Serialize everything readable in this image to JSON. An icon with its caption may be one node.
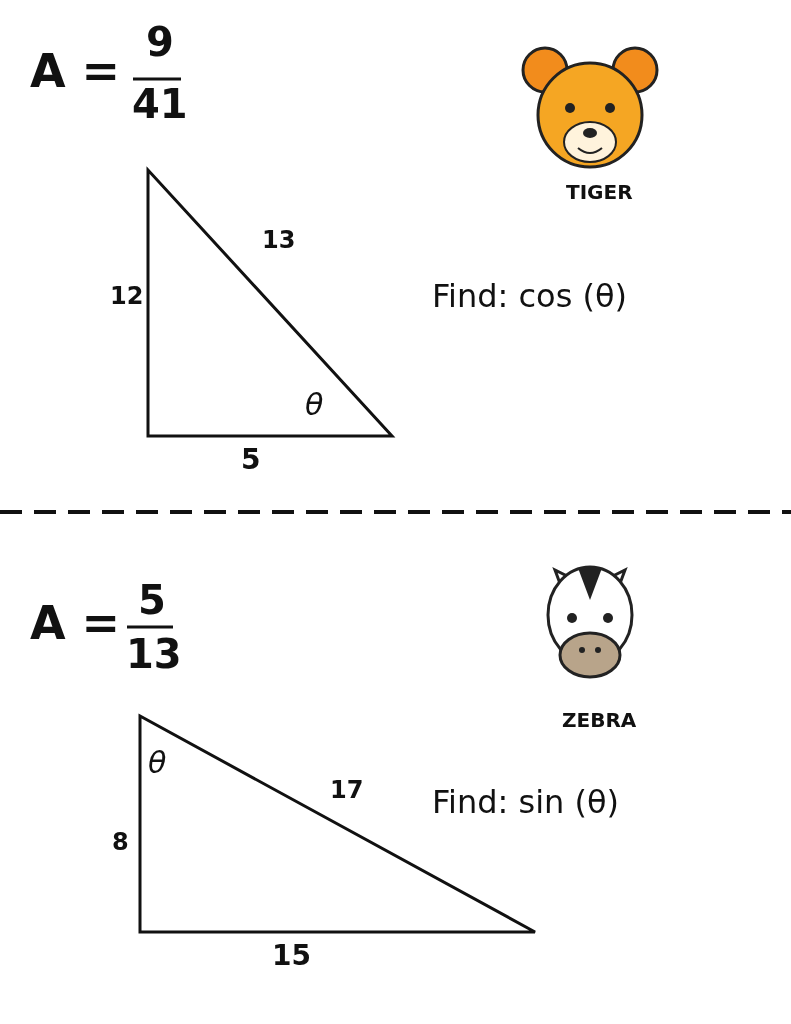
{
  "diagram": {
    "labels": [
      "A =",
      "9",
      "41",
      "TIGER",
      "13",
      "12",
      "Find: cos (θ)",
      "θ",
      "5",
      "A =",
      "5",
      "13",
      "ZEBRA",
      "θ",
      "17",
      "8",
      "Find: sin (θ)",
      "15"
    ]
  }
}
